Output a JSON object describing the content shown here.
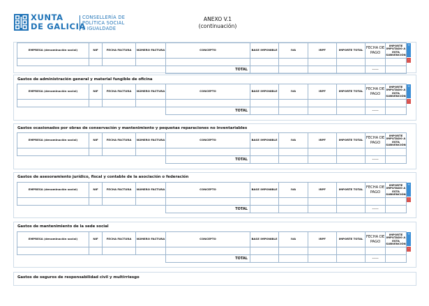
{
  "header": {
    "xunta_line1": "XUNTA",
    "xunta_line2": "DE GALICIA",
    "conselleria_line1": "CONSELLERÍA DE",
    "conselleria_line2": "POLÍTICA SOCIAL",
    "conselleria_line3": "E IGUALDADE",
    "anexo_line1": "ANEXO V.1",
    "anexo_line2": "(continuación)"
  },
  "columns": {
    "empresa": "EMPRESA (denominación social)",
    "nif": "NIF",
    "fecha_factura": "FECHA FACTURA",
    "numero_factura": "NÚMERO FACTURA",
    "concepto": "CONCEPTO",
    "base_imponible": "BASE IMPONIBLE",
    "iva": "IVA",
    "irpf": "IRPF",
    "importe_total": "IMPORTE TOTAL",
    "fecha_pago": "FECHA DE PAGO",
    "importe_imputado": "IMPORTE IMPUTADO A ESTA SUBVENCIÓN"
  },
  "total_label": "TOTAL",
  "sections": [
    {
      "title": "",
      "total_dash": "-----"
    },
    {
      "title": "Gastos de administración general y material fungible de oficina",
      "total_dash": "-----"
    },
    {
      "title": "Gastos ocasionados por obras de conservación y mantenimiento y pequeñas reparaciones no inventariables",
      "total_dash": "-----"
    },
    {
      "title": "Gastos de asesoramiento jurídico, fiscal y contable de la asociación o federación",
      "total_dash": "-----"
    },
    {
      "title": "Gastos de mantenimiento de la sede social",
      "total_dash": "-----"
    },
    {
      "title": "Gastos de seguros de responsabilidad civil y multirriesgo"
    }
  ],
  "buttons": {
    "add_symbol": "+",
    "remove_symbol": "-"
  },
  "colors": {
    "brand_blue": "#1f73b7",
    "add_button": "#3a8ed6",
    "remove_button": "#d9534f",
    "grid_border": "#9bb5ce"
  }
}
